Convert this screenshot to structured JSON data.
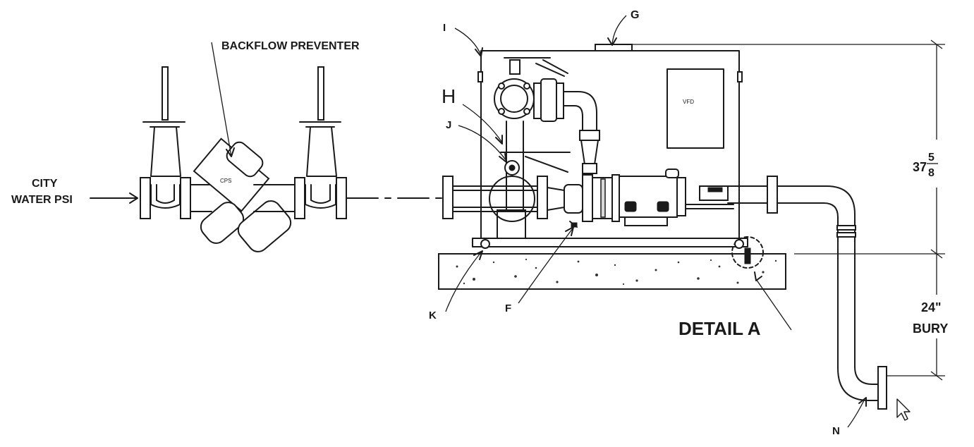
{
  "labels": {
    "city_water_line1": "CITY",
    "city_water_line2": "WATER PSI",
    "backflow_preventer": "BACKFLOW PREVENTER",
    "valve_tag": "CPS",
    "vfd": "VFD",
    "callout_g": "G",
    "callout_i": "I",
    "callout_h": "H",
    "callout_j": "J",
    "callout_k": "K",
    "callout_f": "F",
    "callout_n": "N",
    "detail_a": "DETAIL A"
  },
  "dimensions": {
    "height_whole": "37",
    "height_num": "5",
    "height_den": "8",
    "bury_depth": "24\"",
    "bury_label": "BURY"
  },
  "icons": {
    "cursor": "mouse-pointer-icon"
  }
}
